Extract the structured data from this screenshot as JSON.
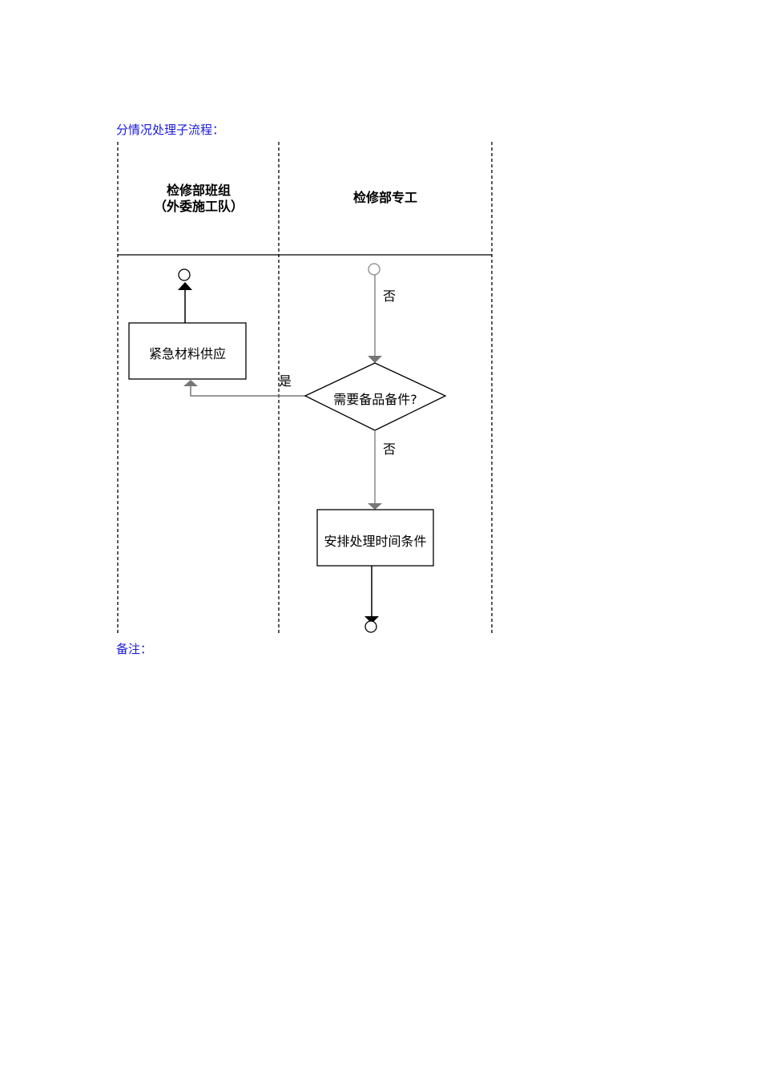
{
  "title": "分情况处理子流程：",
  "notes_label": "备注：",
  "lanes": [
    {
      "label_line1": "检修部班组",
      "label_line2": "（外委施工队）"
    },
    {
      "label": "检修部专工"
    }
  ],
  "nodes": {
    "emergency": "紧急材料供应",
    "decision": "需要备品备件?",
    "arrange": "安排处理时间条件"
  },
  "edges": {
    "yes": "是",
    "no_top": "否",
    "no_bottom": "否"
  }
}
